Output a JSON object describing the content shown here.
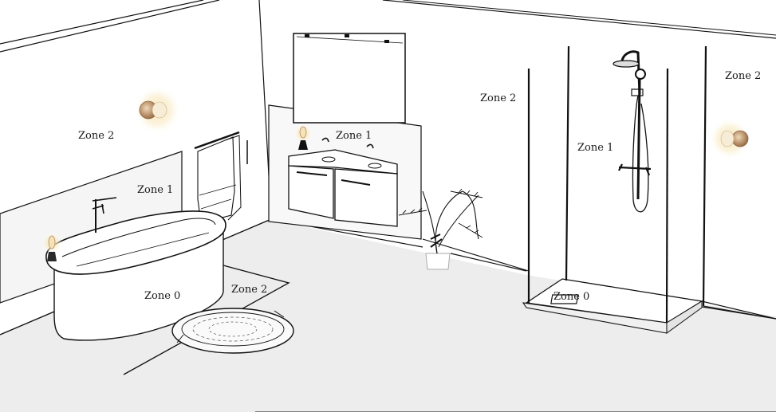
{
  "zones": {
    "bath_wall_zone2": "Zone 2",
    "bath_wall_zone1": "Zone 1",
    "bath_zone0": "Zone 0",
    "bath_floor_zone2": "Zone 2",
    "vanity_zone1": "Zone 1",
    "wall_zone2": "Zone 2",
    "shower_zone1": "Zone 1",
    "shower_zone0": "Zone 0",
    "right_wall_zone2": "Zone 2"
  },
  "colors": {
    "line": "#111111",
    "floor": "#efefef",
    "zone_plane": "#f6f6f6",
    "lamp_glow": "#f5dca0",
    "lamp_brass": "#b8875a"
  },
  "icons": [
    "wall-sconce-icon",
    "table-lamp-icon",
    "potted-plant-icon",
    "shower-head-icon",
    "bathtub-icon",
    "vanity-icon",
    "mirror-icon",
    "towel-rail-icon",
    "round-rug-icon"
  ]
}
